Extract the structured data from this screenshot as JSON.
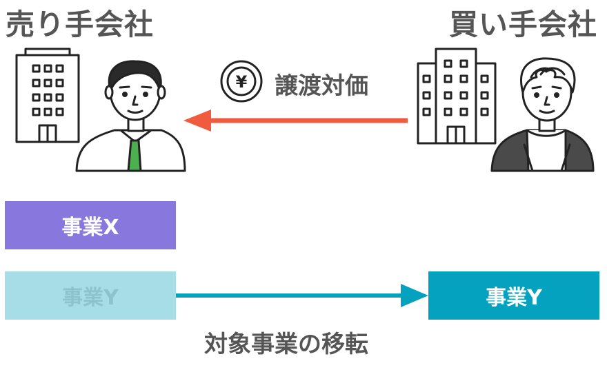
{
  "parties": {
    "seller": "売り手会社",
    "buyer": "買い手会社"
  },
  "payment": {
    "label": "譲渡対価",
    "currency_symbol": "¥"
  },
  "businesses": {
    "x": "事業X",
    "y_seller": "事業Y",
    "y_buyer": "事業Y"
  },
  "transfer": {
    "label": "対象事業の移転"
  },
  "colors": {
    "text": "#555555",
    "business_x": "#8878dd",
    "business_y_faded": "#a6dde7",
    "business_y_faded_text": "#8cc3cc",
    "business_y": "#05a2c0",
    "payment_arrow": "#f05a3f",
    "transfer_arrow": "#05a2c0",
    "tie": "#4caf50",
    "jacket": "#4a4a4a"
  },
  "icons": {
    "seller_building": "office-building-icon",
    "buyer_building": "office-building-icon",
    "seller_person": "businessman-icon",
    "buyer_person": "casual-man-icon",
    "coin": "yen-coin-icon"
  }
}
